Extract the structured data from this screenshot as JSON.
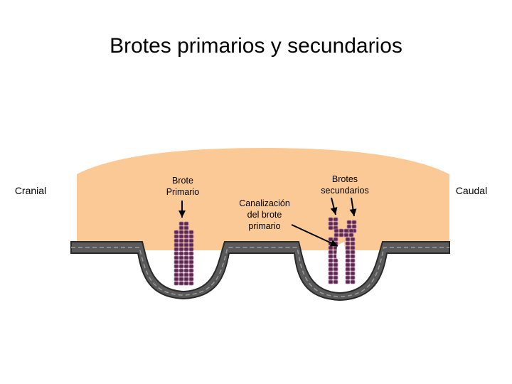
{
  "title": "Brotes primarios y secundarios",
  "labels": {
    "cranial": "Cranial",
    "caudal": "Caudal",
    "primary_bud": "Brote\nPrimario",
    "canalization": "Canalización\ndel brote\nprimario",
    "secondary_buds": "Brotes\nsecundarios"
  },
  "colors": {
    "mesenchyme": "#fbc996",
    "epithelium": "#5a5a5a",
    "epithelium_dark": "#2a2a2a",
    "bud_cell": "#5b2a4a",
    "bud_cell_border": "#b07aa8",
    "arrow": "#000000"
  }
}
